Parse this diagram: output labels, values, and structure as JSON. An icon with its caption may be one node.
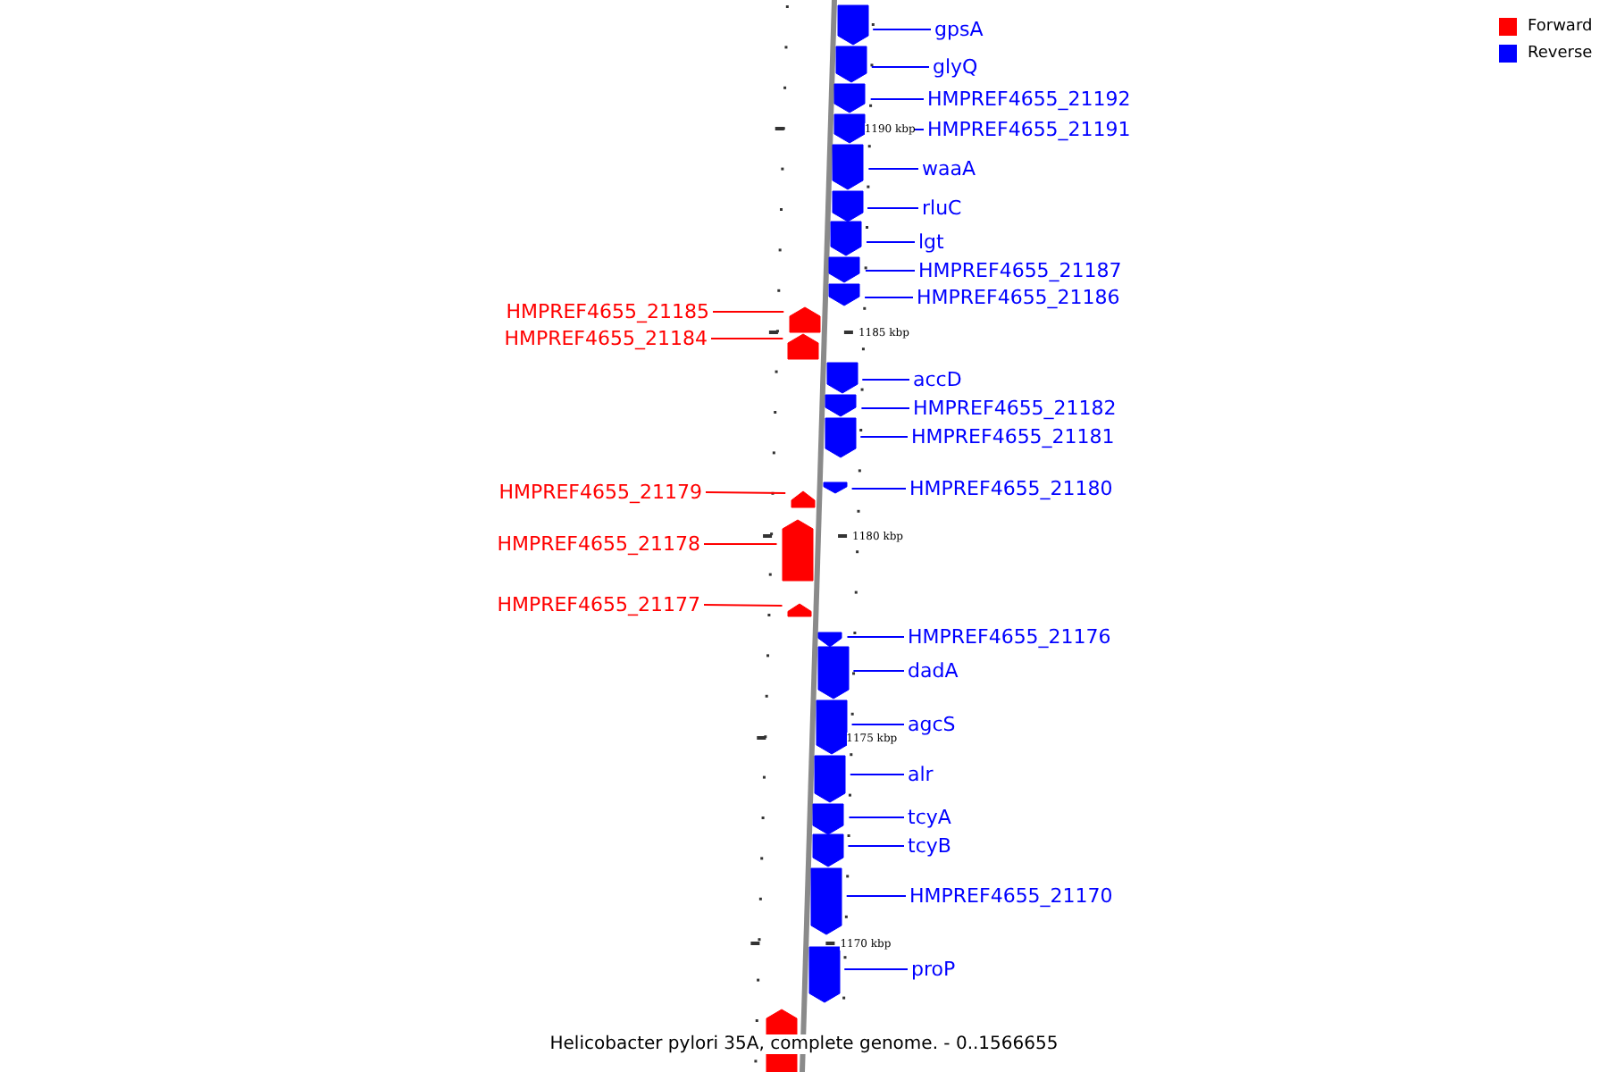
{
  "diagram": {
    "caption": "Helicobacter pylori 35A, complete genome. - 0..1566655",
    "nodes": [
      {
        "text": [
          "gpsA"
        ]
      },
      {
        "text": [],
        "shape": "arrow"
      },
      {
        "text": [
          "glyQ"
        ]
      },
      {
        "text": [],
        "shape": "arrow"
      },
      {
        "text": [
          "HMPREF4655_21192"
        ]
      },
      {
        "text": [],
        "shape": "arrow"
      },
      {
        "text": [
          "HMPREF4655_21191"
        ]
      },
      {
        "text": [],
        "shape": "arrow"
      },
      {
        "text": [
          "waaA"
        ]
      },
      {
        "text": [],
        "shape": "arrow"
      },
      {
        "text": [
          "rluC"
        ]
      },
      {
        "text": [],
        "shape": "arrow"
      },
      {
        "text": [
          "lgt"
        ]
      },
      {
        "text": [],
        "shape": "arrow"
      },
      {
        "text": [
          "HMPREF4655_21187"
        ]
      },
      {
        "text": [],
        "shape": "arrow"
      },
      {
        "text": [
          "HMPREF4655_21186"
        ]
      },
      {
        "text": [],
        "shape": "arrow"
      },
      {
        "text": [
          "HMPREF4655_21185"
        ]
      },
      {
        "text": [],
        "shape": "arrow"
      },
      {
        "text": [
          "HMPREF4655_21184"
        ]
      },
      {
        "text": [],
        "shape": "arrow"
      },
      {
        "text": [
          "accD"
        ]
      },
      {
        "text": [],
        "shape": "arrow"
      },
      {
        "text": [
          "HMPREF4655_21182"
        ]
      },
      {
        "text": [],
        "shape": "arrow"
      },
      {
        "text": [
          "HMPREF4655_21181"
        ]
      },
      {
        "text": [],
        "shape": "arrow"
      },
      {
        "text": [
          "HMPREF4655_21180"
        ]
      },
      {
        "text": [],
        "shape": "arrow"
      },
      {
        "text": [
          "HMPREF4655_21179"
        ]
      },
      {
        "text": [],
        "shape": "arrow"
      },
      {
        "text": [
          "HMPREF4655_21178"
        ]
      },
      {
        "text": [],
        "shape": "arrow"
      },
      {
        "text": [
          "HMPREF4655_21177"
        ]
      },
      {
        "text": [],
        "shape": "arrow"
      },
      {
        "text": [
          "HMPREF4655_21176"
        ]
      },
      {
        "text": [],
        "shape": "arrow"
      },
      {
        "text": [
          "dadA"
        ]
      },
      {
        "text": [],
        "shape": "arrow"
      },
      {
        "text": [
          "agcS"
        ]
      },
      {
        "text": [],
        "shape": "arrow"
      },
      {
        "text": [
          "alr"
        ]
      },
      {
        "text": [],
        "shape": "arrow"
      },
      {
        "text": [
          "tcyA"
        ]
      },
      {
        "text": [],
        "shape": "arrow"
      },
      {
        "text": [
          "tcyB"
        ]
      },
      {
        "text": [],
        "shape": "arrow"
      },
      {
        "text": [
          "HMPREF4655_21170"
        ]
      },
      {
        "text": [],
        "shape": "arrow"
      },
      {
        "text": [
          "proP"
        ]
      },
      {
        "text": [],
        "shape": "arrow"
      },
      {
        "text": [],
        "shape": "arrow"
      }
    ],
    "edges": [
      {
        "from": 0,
        "to": 1,
        "arrow": "none"
      },
      {
        "from": 2,
        "to": 3,
        "arrow": "none"
      },
      {
        "from": 4,
        "to": 5,
        "arrow": "none"
      },
      {
        "from": 6,
        "to": 7,
        "arrow": "none"
      },
      {
        "from": 8,
        "to": 9,
        "arrow": "none"
      },
      {
        "from": 10,
        "to": 11,
        "arrow": "none"
      },
      {
        "from": 12,
        "to": 13,
        "arrow": "none"
      },
      {
        "from": 14,
        "to": 15,
        "arrow": "none"
      },
      {
        "from": 16,
        "to": 17,
        "arrow": "none"
      },
      {
        "from": 18,
        "to": 19,
        "arrow": "none",
        "color": "#ff0000"
      },
      {
        "from": 20,
        "to": 21,
        "arrow": "none",
        "color": "#ff0000"
      },
      {
        "from": 22,
        "to": 23,
        "arrow": "none"
      },
      {
        "from": 24,
        "to": 25,
        "arrow": "none"
      },
      {
        "from": 26,
        "to": 27,
        "arrow": "none"
      },
      {
        "from": 28,
        "to": 29,
        "arrow": "none"
      },
      {
        "from": 30,
        "to": 31,
        "arrow": "none",
        "color": "#ff0000"
      },
      {
        "from": 32,
        "to": 33,
        "arrow": "none",
        "color": "#ff0000"
      },
      {
        "from": 34,
        "to": 35,
        "arrow": "none",
        "color": "#ff0000"
      },
      {
        "from": 36,
        "to": 37,
        "arrow": "none"
      },
      {
        "from": 38,
        "to": 39,
        "arrow": "none"
      },
      {
        "from": 40,
        "to": 41,
        "arrow": "none"
      },
      {
        "from": 42,
        "to": 43,
        "arrow": "none"
      },
      {
        "from": 44,
        "to": 45,
        "arrow": "none"
      },
      {
        "from": 46,
        "to": 47,
        "arrow": "none"
      },
      {
        "from": 48,
        "to": 49,
        "arrow": "none"
      },
      {
        "from": 50,
        "to": 51,
        "arrow": "none"
      }
    ],
    "labels": [
      "1190 kbp",
      "1185 kbp",
      "1180 kbp",
      "1175 kbp",
      "1170 kbp"
    ],
    "legend": [
      {
        "text": "Forward",
        "color": "#ff0000"
      },
      {
        "text": "Reverse",
        "color": "#0000ff"
      }
    ]
  }
}
